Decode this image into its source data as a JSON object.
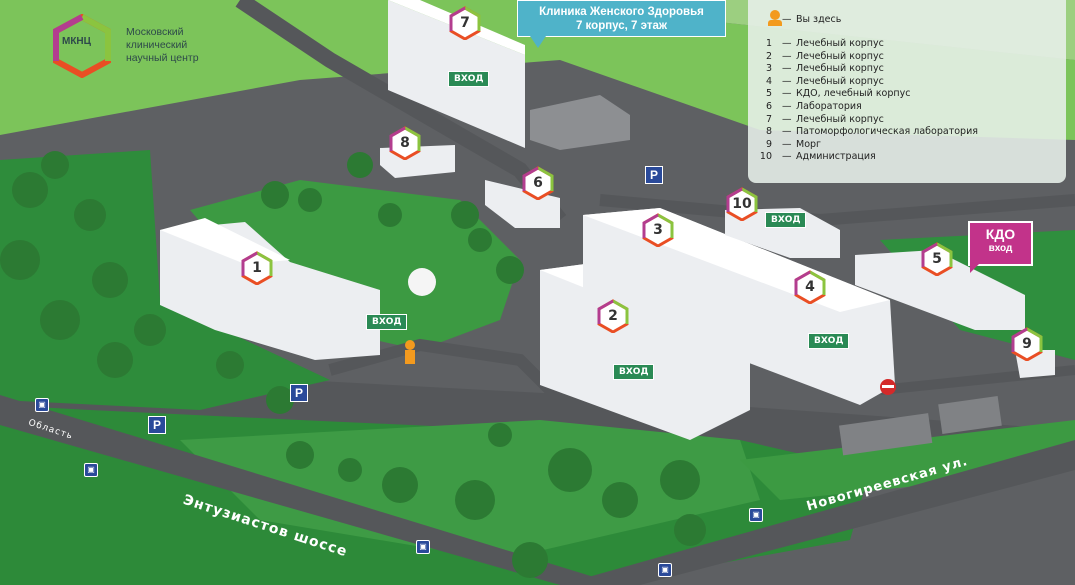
{
  "logo": {
    "abbr": "МКНЦ",
    "lines": [
      "Московский",
      "клинический",
      "научный центр"
    ]
  },
  "callout": {
    "lines": [
      "Клиника Женского Здоровья",
      "7 корпус, 7 этаж"
    ]
  },
  "legend": {
    "here_label": "Вы здесь",
    "items": [
      {
        "num": "1",
        "label": "Лечебный корпус"
      },
      {
        "num": "2",
        "label": "Лечебный корпус"
      },
      {
        "num": "3",
        "label": "Лечебный корпус"
      },
      {
        "num": "4",
        "label": "Лечебный корпус"
      },
      {
        "num": "5",
        "label": "КДО, лечебный корпус"
      },
      {
        "num": "6",
        "label": "Лаборатория"
      },
      {
        "num": "7",
        "label": "Лечебный корпус"
      },
      {
        "num": "8",
        "label": "Патоморфологическая лаборатория"
      },
      {
        "num": "9",
        "label": "Морг"
      },
      {
        "num": "10",
        "label": "Администрация"
      }
    ]
  },
  "buildings": [
    "1",
    "2",
    "3",
    "4",
    "5",
    "6",
    "7",
    "8",
    "9",
    "10"
  ],
  "entrance_label": "ВХОД",
  "kdo": {
    "title": "КДО",
    "sub": "вход"
  },
  "parking_label": "P",
  "streets": {
    "highway": "Энтузиастов шоссе",
    "street": "Новогиреевская ул.",
    "region": "Область"
  },
  "colors": {
    "grass": "#2f8f3e",
    "grass_light": "#6dbf55",
    "road": "#4a4c4f",
    "building": "#f2f3f5",
    "accent_teal": "#4fb3c9",
    "accent_magenta": "#c2338a",
    "entrance": "#2a8a55"
  }
}
